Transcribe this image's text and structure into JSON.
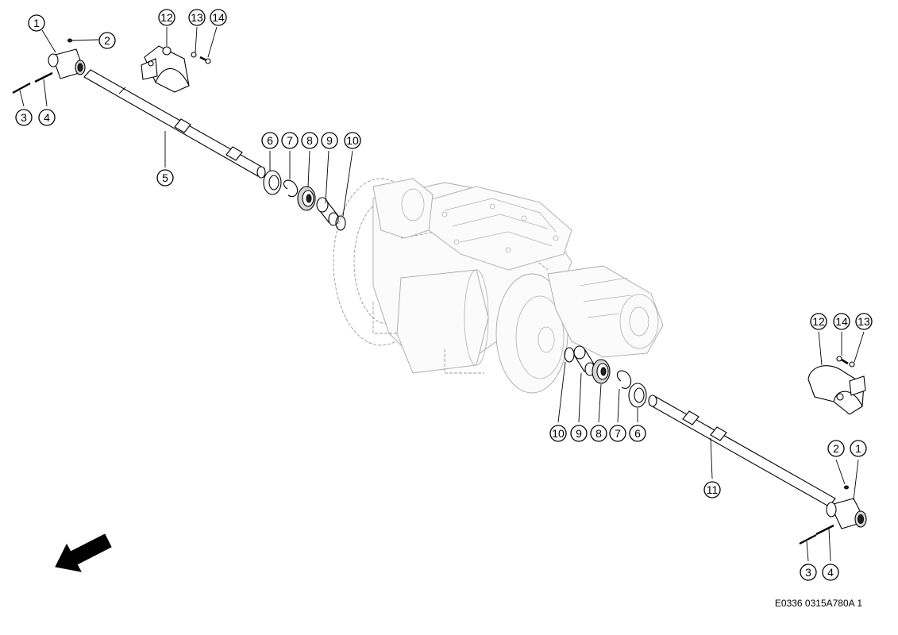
{
  "document_ref": "E0336 0315A780A 1",
  "callouts_upper_left": [
    "1",
    "2",
    "3",
    "4",
    "5",
    "12",
    "13",
    "14"
  ],
  "callouts_upper_row": [
    "6",
    "7",
    "8",
    "9",
    "10"
  ],
  "callouts_lower_row": [
    "10",
    "9",
    "8",
    "7",
    "6"
  ],
  "callouts_right_cover": [
    "12",
    "14",
    "13"
  ],
  "callouts_lower_right": [
    "2",
    "1",
    "11",
    "3",
    "4"
  ],
  "icons": [
    "direction-arrow-icon"
  ]
}
